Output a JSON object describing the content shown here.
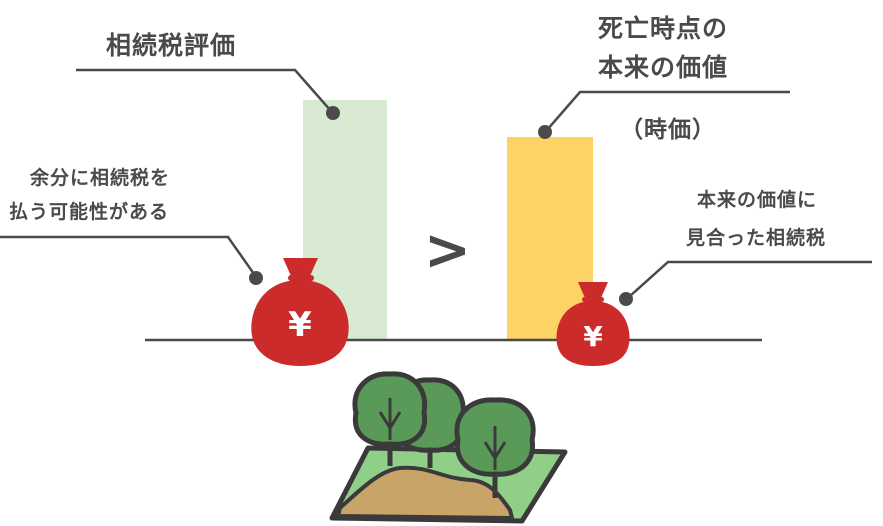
{
  "labels": {
    "left_top": "相続税評価",
    "right_top_line1": "死亡時点の",
    "right_top_line2": "本来の価値",
    "right_top_paren": "（時価）",
    "left_note_line1": "余分に相続税を",
    "left_note_line2": "払う可能性がある",
    "right_note_line1": "本来の価値に",
    "right_note_line2": "見合った相続税",
    "comparison": ">"
  },
  "money_bag_symbol": "¥",
  "colors": {
    "left_bar": "#d8ead2",
    "right_bar": "#fdd366",
    "bag": "#cb2b2a",
    "text": "#4a4a4a",
    "tree_canopy": "#5a9a58",
    "tree_dark": "#3a3a3a",
    "ground_grass": "#8fcf88",
    "ground_soil": "#c9a469"
  },
  "bars": {
    "left_relative_height": 0.75,
    "right_relative_height": 0.65
  }
}
